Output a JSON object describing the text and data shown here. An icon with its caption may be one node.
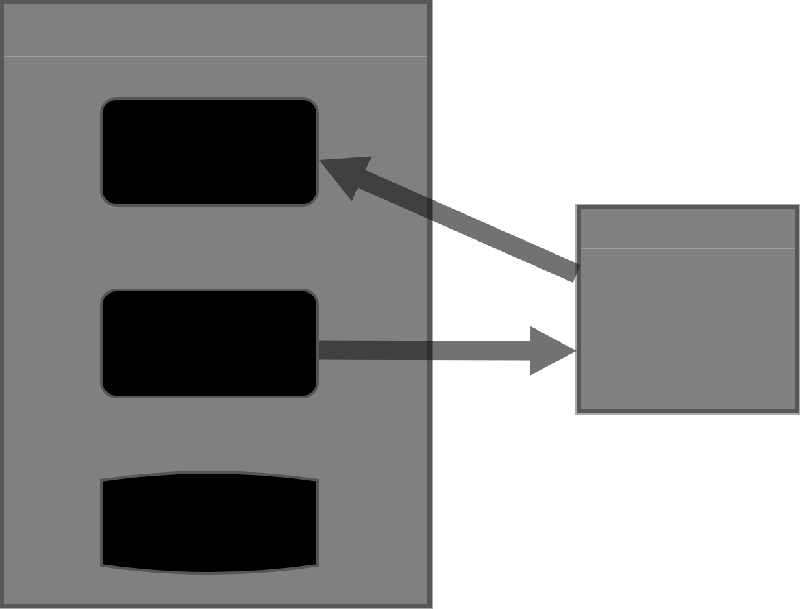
{
  "diagram": {
    "nodes": [
      {
        "text": [],
        "shape": "box"
      },
      {
        "text": [],
        "shape": "box",
        "in": 0
      },
      {
        "text": [],
        "shape": "box",
        "in": 0
      },
      {
        "text": [],
        "shape": "cylinder",
        "in": 0
      },
      {
        "text": [],
        "shape": "box"
      }
    ],
    "edges": [
      {
        "from": 4,
        "to": 1,
        "arrow": "to"
      },
      {
        "from": 2,
        "to": 4,
        "arrow": "to"
      }
    ]
  }
}
